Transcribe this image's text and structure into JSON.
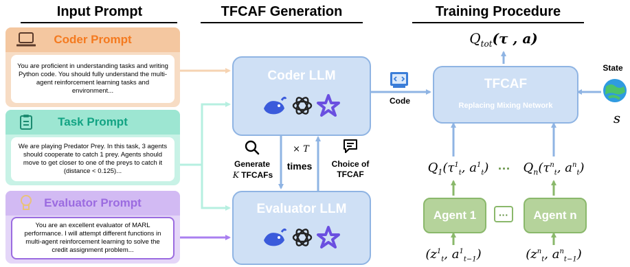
{
  "sections": {
    "input": "Input Prompt",
    "generation": "TFCAF Generation",
    "training": "Training Procedure"
  },
  "prompts": {
    "coder": {
      "title": "Coder Prompt",
      "icon": "laptop-icon",
      "color": "#f0b88a",
      "text": "You are proficient in understanding tasks and writing Python code. You should fully understand the multi-agent reinforcement learning tasks and environment..."
    },
    "task": {
      "title": "Task Prompt",
      "icon": "clipboard-icon",
      "color": "#6fd9c1",
      "text": "We are playing Predator Prey. In this task, 3 agents should cooperate to catch 1 prey. Agents should move to get closer to one of the preys to catch it (distance < 0.125)..."
    },
    "evaluator": {
      "title": "Evaluator Prompt",
      "icon": "lightbulb-icon",
      "color": "#c8a6ee",
      "text": "You are an excellent evaluator of MARL performance. I will attempt different functions in multi-agent reinforcement learning to solve the credit assignment problem..."
    }
  },
  "generation": {
    "coder_llm": "Coder LLM",
    "evaluator_llm": "Evaluator LLM",
    "generate_label": "Generate",
    "k_symbol": "K",
    "tfcafs_label": "TFCAFs",
    "times_symbol": "× T",
    "times_label": "times",
    "choice_label_1": "Choice of",
    "choice_label_2": "TFCAF",
    "code_label": "Code"
  },
  "training": {
    "q_tot": "Q",
    "q_tot_sub": "tot",
    "q_tot_args": "(τ , a)",
    "tfcaf_title": "TFCAF",
    "tfcaf_subtitle": "Replacing Mixing Network",
    "state_label": "State",
    "state_symbol": "s",
    "q1": "Q₁(τ",
    "ellipsis": "···",
    "agent1": "Agent 1",
    "agentn": "Agent n"
  },
  "colors": {
    "llm_fill": "#cfe0f5",
    "llm_border": "#8fb4e3",
    "tfcaf_fill": "#cfe0f5",
    "agent_fill": "#b5d39b",
    "arrow_blue": "#8fb4e3",
    "arrow_green": "#8ab86b"
  }
}
